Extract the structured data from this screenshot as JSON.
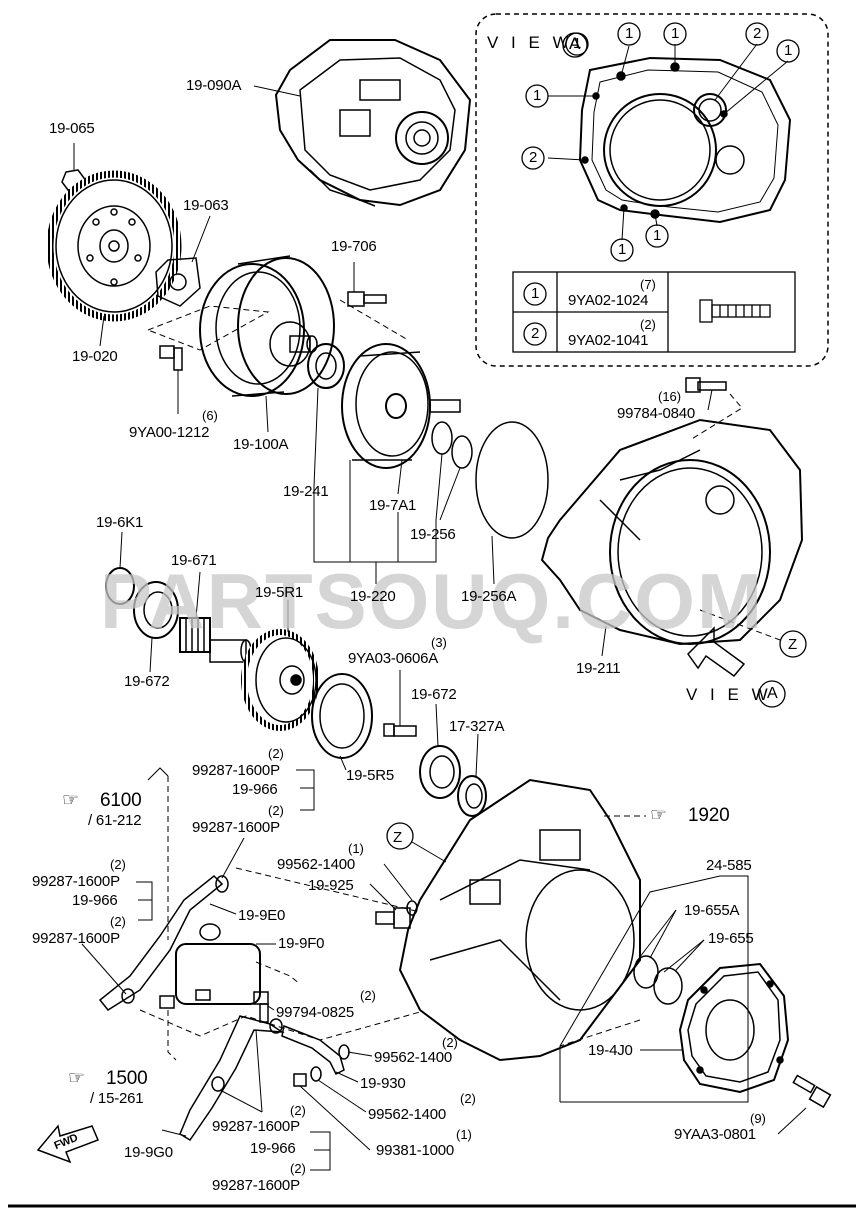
{
  "watermark": "PARTSOUQ.COM",
  "view_a": {
    "title_prefix": "V I E W",
    "title_letter": "A",
    "callout_1": "1",
    "callout_2": "2",
    "table": [
      {
        "key": "1",
        "qty": "(7)",
        "part": "9YA02-1024"
      },
      {
        "key": "2",
        "qty": "(2)",
        "part": "9YA02-1041"
      }
    ]
  },
  "view_arrow": {
    "prefix": "V I E W",
    "letter": "A"
  },
  "z_marker": "Z",
  "labels": {
    "p19_090A": "19-090A",
    "p19_065": "19-065",
    "p19_063": "19-063",
    "p19_020": "19-020",
    "p9YA00_1212_qty": "(6)",
    "p9YA00_1212": "9YA00-1212",
    "p19_100A": "19-100A",
    "p19_706": "19-706",
    "p19_241": "19-241",
    "p19_7A1": "19-7A1",
    "p19_256": "19-256",
    "p19_220": "19-220",
    "p19_256A": "19-256A",
    "p99784_qty": "(16)",
    "p99784": "99784-0840",
    "p19_211": "19-211",
    "p19_6K1": "19-6K1",
    "p19_671": "19-671",
    "p19_5R1": "19-5R1",
    "p19_672a": "19-672",
    "p9YA03_qty": "(3)",
    "p9YA03": "9YA03-0606A",
    "p19_672b": "19-672",
    "p17_327A": "17-327A",
    "p19_5R5": "19-5R5",
    "g1_qty1": "(2)",
    "g1_a": "99287-1600P",
    "g1_b": "19-966",
    "g1_qty2": "(2)",
    "g1_c": "99287-1600P",
    "ref6100": "6100",
    "ref6100_sub": "/ 61-212",
    "ref1920": "1920",
    "p99562_a_qty": "(1)",
    "p99562_a": "99562-1400",
    "p19_925": "19-925",
    "g2_qty1": "(2)",
    "g2_a": "99287-1600P",
    "g2_b": "19-966",
    "g2_qty2": "(2)",
    "g2_c": "99287-1600P",
    "p19_9E0": "19-9E0",
    "p19_9F0": "19-9F0",
    "p99794_qty": "(2)",
    "p99794": "99794-0825",
    "p99562_b_qty": "(2)",
    "p99562_b": "99562-1400",
    "p19_930": "19-930",
    "p99562_c_qty": "(2)",
    "p99562_c": "99562-1400",
    "p99381_qty": "(1)",
    "p99381": "99381-1000",
    "ref1500": "1500",
    "ref1500_sub": "/ 15-261",
    "p19_9G0": "19-9G0",
    "g3_qty1": "(2)",
    "g3_a": "99287-1600P",
    "g3_b": "19-966",
    "g3_qty2": "(2)",
    "g3_c": "99287-1600P",
    "p24_585": "24-585",
    "p19_655A": "19-655A",
    "p19_655": "19-655",
    "p19_4J0": "19-4J0",
    "p9YAA3_qty": "(9)",
    "p9YAA3": "9YAA3-0801",
    "fwd": "FWD"
  }
}
